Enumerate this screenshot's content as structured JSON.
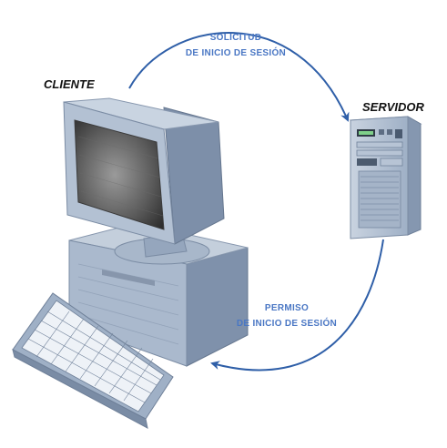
{
  "nodes": {
    "client": {
      "label": "CLIENTE"
    },
    "server": {
      "label": "SERVIDOR"
    }
  },
  "flows": {
    "request": {
      "line1": "SOLICITUD",
      "line2": "DE INICIO DE SESIÓN",
      "direction": "cliente → servidor"
    },
    "grant": {
      "line1": "PERMISO",
      "line2": "DE INICIO DE SESIÓN",
      "direction": "servidor → cliente"
    }
  },
  "colors": {
    "arrow": "#2f5fa8",
    "flow_text": "#4a77c4",
    "device_body": "#a9b8cc",
    "device_light": "#cdd7e4",
    "device_dark": "#7d8ea6"
  }
}
